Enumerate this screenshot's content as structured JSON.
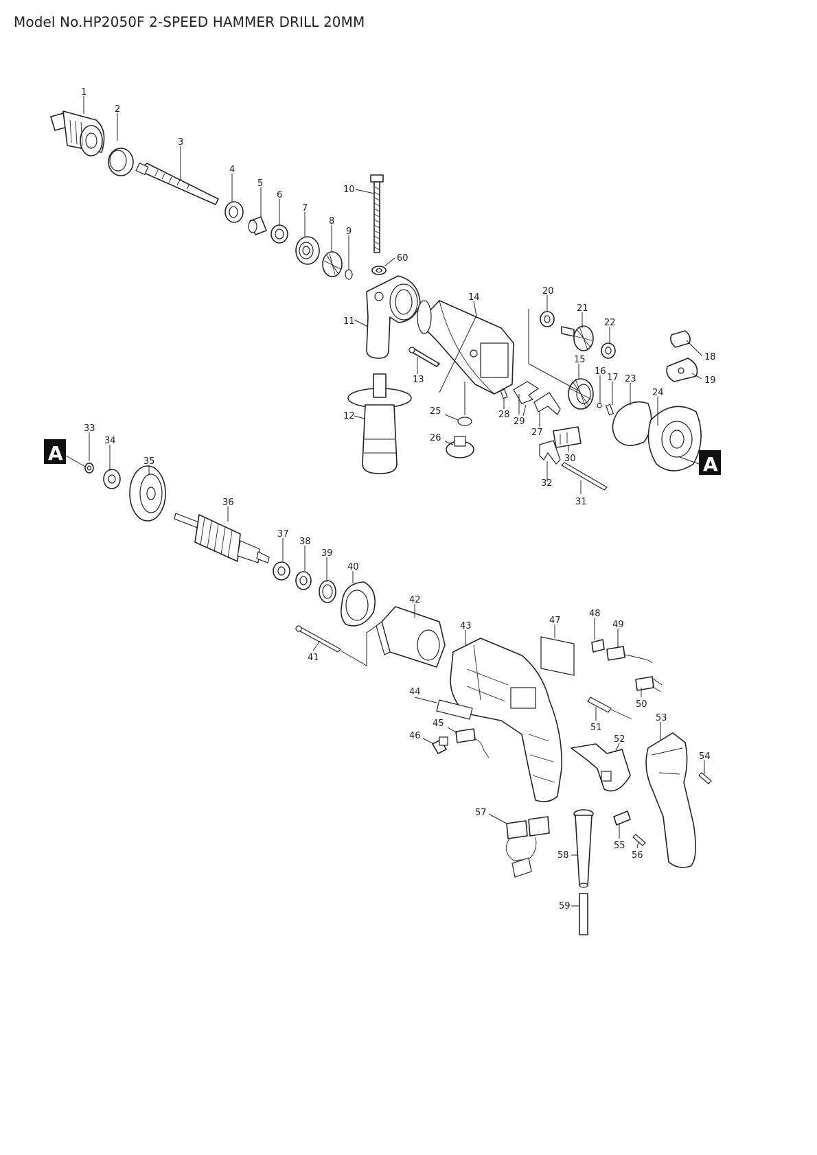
{
  "title": "Model No.HP2050F 2-SPEED HAMMER DRILL 20MM",
  "callout_flag": "A",
  "part_numbers": [
    "1",
    "2",
    "3",
    "4",
    "5",
    "6",
    "7",
    "8",
    "9",
    "10",
    "11",
    "12",
    "13",
    "14",
    "15",
    "16",
    "17",
    "18",
    "19",
    "20",
    "21",
    "22",
    "23",
    "24",
    "25",
    "26",
    "27",
    "28",
    "29",
    "30",
    "31",
    "32",
    "33",
    "34",
    "35",
    "36",
    "37",
    "38",
    "39",
    "40",
    "41",
    "42",
    "43",
    "44",
    "45",
    "46",
    "47",
    "48",
    "49",
    "50",
    "51",
    "52",
    "53",
    "54",
    "55",
    "56",
    "57",
    "58",
    "59",
    "60"
  ],
  "colors": {
    "line": "#222222",
    "flag": "#111111",
    "background": "#ffffff"
  }
}
